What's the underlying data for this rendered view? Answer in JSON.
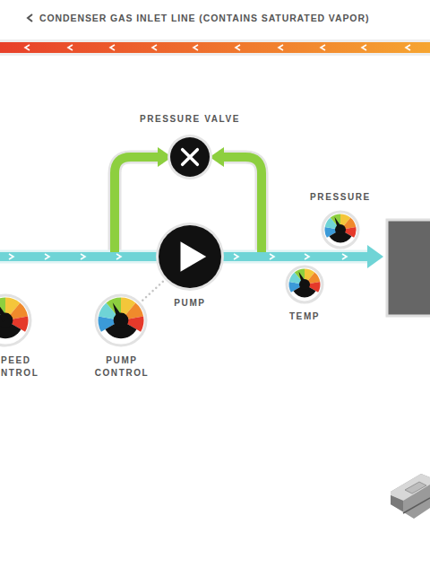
{
  "diagram": {
    "nodes": [
      {
        "text": [
          "PRESSURE VALVE"
        ]
      },
      {
        "text": [
          "PRESSURE"
        ]
      },
      {
        "text": [
          "PUMP"
        ]
      },
      {
        "text": [
          "TEMP"
        ]
      },
      {
        "text": [
          "PEED NTROL"
        ]
      },
      {
        "text": [
          "PUMP CONTROL"
        ]
      }
    ],
    "edges": [
      {
        "from": 5,
        "to": 2,
        "arrow": "none"
      }
    ],
    "labels": [
      "CONDENSER GAS INLET LINE (CONTAINS SATURATED VAPOR)"
    ]
  }
}
